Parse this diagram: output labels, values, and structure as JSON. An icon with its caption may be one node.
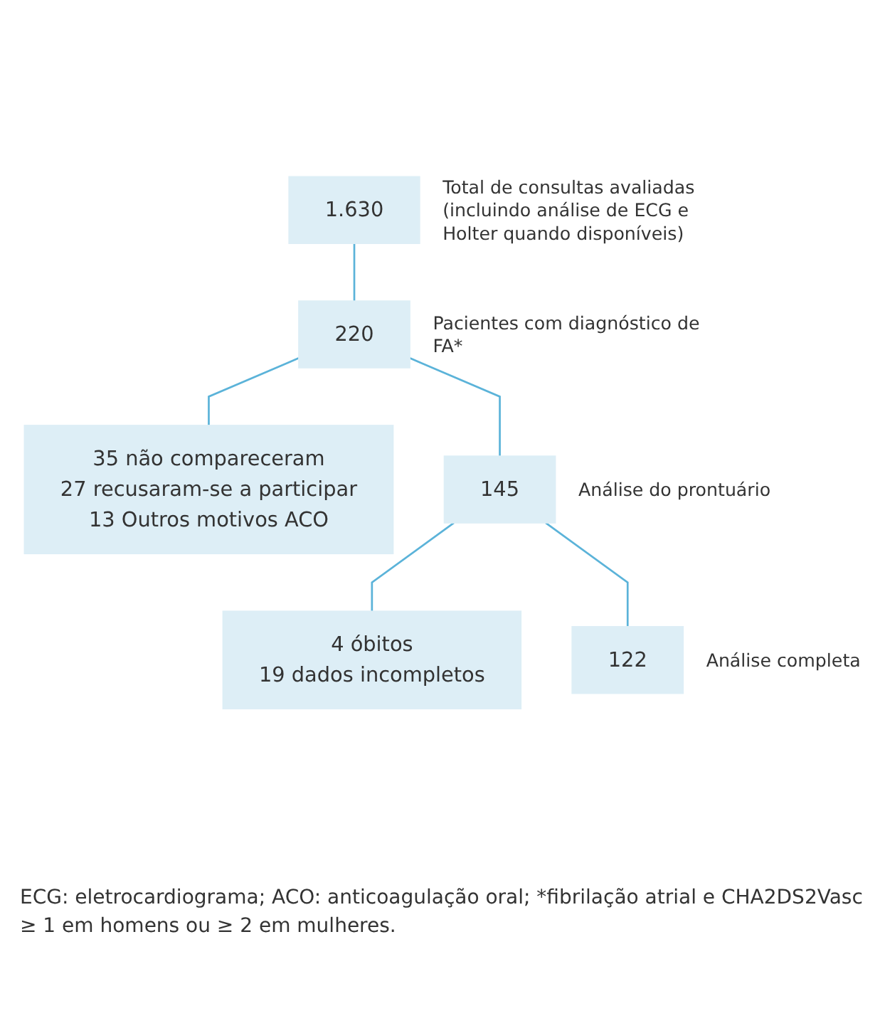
{
  "diagram": {
    "caption": "ECG: eletrocardiograma; ACO: anticoagulação oral; *fibrilação atrial e CHA2DS2Vasc ≥ 1 em homens ou ≥ 2 em mulheres.",
    "nodes": [
      {
        "text": [
          "1.630"
        ],
        "beside": [
          "Total de consultas avaliadas (incluindo análise de ECG e Holter quando disponíveis)"
        ]
      },
      {
        "text": [
          "220"
        ],
        "beside": [
          "Pacientes com diagnóstico de FA*"
        ]
      },
      {
        "text": [
          "35 não compareceram",
          "27 recusaram-se a participar",
          "13 Outros motivos ACO"
        ]
      },
      {
        "text": [
          "145"
        ],
        "beside": [
          "Análise do prontuário"
        ]
      },
      {
        "text": [
          "4 óbitos",
          "19 dados incompletos"
        ]
      },
      {
        "text": [
          "122"
        ],
        "beside": [
          "Análise completa"
        ]
      }
    ],
    "edges": [
      {
        "from": 0,
        "to": 1,
        "arrow": "none"
      },
      {
        "from": 1,
        "to": 2,
        "arrow": "none"
      },
      {
        "from": 1,
        "to": 3,
        "arrow": "none"
      },
      {
        "from": 3,
        "to": 4,
        "arrow": "none"
      },
      {
        "from": 3,
        "to": 5,
        "arrow": "none"
      }
    ]
  }
}
